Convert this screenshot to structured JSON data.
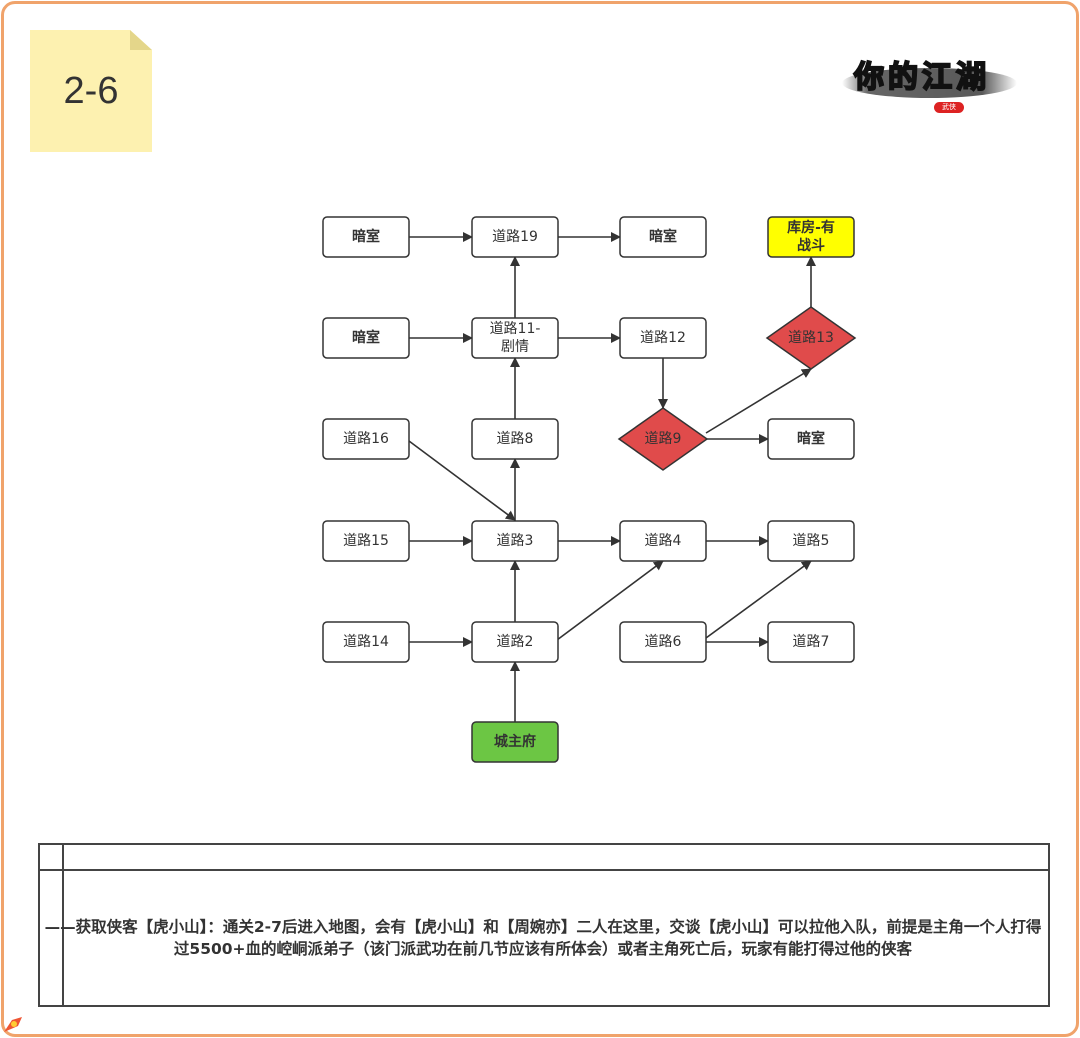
{
  "note": {
    "label": "2-6"
  },
  "logo": {
    "text": "你的江湖",
    "badge": "武侠"
  },
  "colors": {
    "frame": "#f0a36b",
    "note": "#fdf1b0",
    "diamond": "#e04b4b",
    "start": "#6cc644",
    "goal": "#ffff00",
    "stroke": "#333333"
  },
  "nodes": [
    {
      "id": "ans1",
      "label": "暗室",
      "bold": true,
      "shape": "rect"
    },
    {
      "id": "r19",
      "label": "道路19",
      "shape": "rect"
    },
    {
      "id": "ans2",
      "label": "暗室",
      "bold": true,
      "shape": "rect"
    },
    {
      "id": "store",
      "label": "库房-有\n战斗",
      "bold": true,
      "shape": "rect",
      "fill": "goal"
    },
    {
      "id": "ans3",
      "label": "暗室",
      "bold": true,
      "shape": "rect"
    },
    {
      "id": "r11",
      "label": "道路11-\n剧情",
      "shape": "rect"
    },
    {
      "id": "r12",
      "label": "道路12",
      "shape": "rect"
    },
    {
      "id": "r13",
      "label": "道路13",
      "shape": "diamond"
    },
    {
      "id": "r16",
      "label": "道路16",
      "shape": "rect"
    },
    {
      "id": "r8",
      "label": "道路8",
      "shape": "rect"
    },
    {
      "id": "r9",
      "label": "道路9",
      "shape": "diamond"
    },
    {
      "id": "ans4",
      "label": "暗室",
      "bold": true,
      "shape": "rect"
    },
    {
      "id": "r15",
      "label": "道路15",
      "shape": "rect"
    },
    {
      "id": "r3",
      "label": "道路3",
      "shape": "rect"
    },
    {
      "id": "r4",
      "label": "道路4",
      "shape": "rect"
    },
    {
      "id": "r5",
      "label": "道路5",
      "shape": "rect"
    },
    {
      "id": "r14",
      "label": "道路14",
      "shape": "rect"
    },
    {
      "id": "r2",
      "label": "道路2",
      "shape": "rect"
    },
    {
      "id": "r6",
      "label": "道路6",
      "shape": "rect"
    },
    {
      "id": "r7",
      "label": "道路7",
      "shape": "rect"
    },
    {
      "id": "city",
      "label": "城主府",
      "bold": true,
      "shape": "rect",
      "fill": "start"
    }
  ],
  "edges": [
    [
      "ans1",
      "r19"
    ],
    [
      "r19",
      "ans2"
    ],
    [
      "r11",
      "r19"
    ],
    [
      "ans3",
      "r11"
    ],
    [
      "r11",
      "r12"
    ],
    [
      "r12",
      "r9"
    ],
    [
      "r9",
      "r13"
    ],
    [
      "r13",
      "store"
    ],
    [
      "r9",
      "ans4"
    ],
    [
      "r16",
      "r3"
    ],
    [
      "r8",
      "r11"
    ],
    [
      "r3",
      "r8"
    ],
    [
      "r15",
      "r3"
    ],
    [
      "r3",
      "r4"
    ],
    [
      "r4",
      "r5"
    ],
    [
      "r14",
      "r2"
    ],
    [
      "r2",
      "r3"
    ],
    [
      "r2",
      "r4"
    ],
    [
      "r6",
      "r5"
    ],
    [
      "r6",
      "r7"
    ],
    [
      "city",
      "r2"
    ]
  ],
  "table": {
    "body": "——获取侠客【虎小山】：通关2-7后进入地图，会有【虎小山】和【周婉亦】二人在这里，交谈【虎小山】可以拉他入队，前提是主角一个人打得过5500+血的崆峒派弟子（该门派武功在前几节应该有所体会）或者主角死亡后，玩家有能打得过他的侠客"
  }
}
